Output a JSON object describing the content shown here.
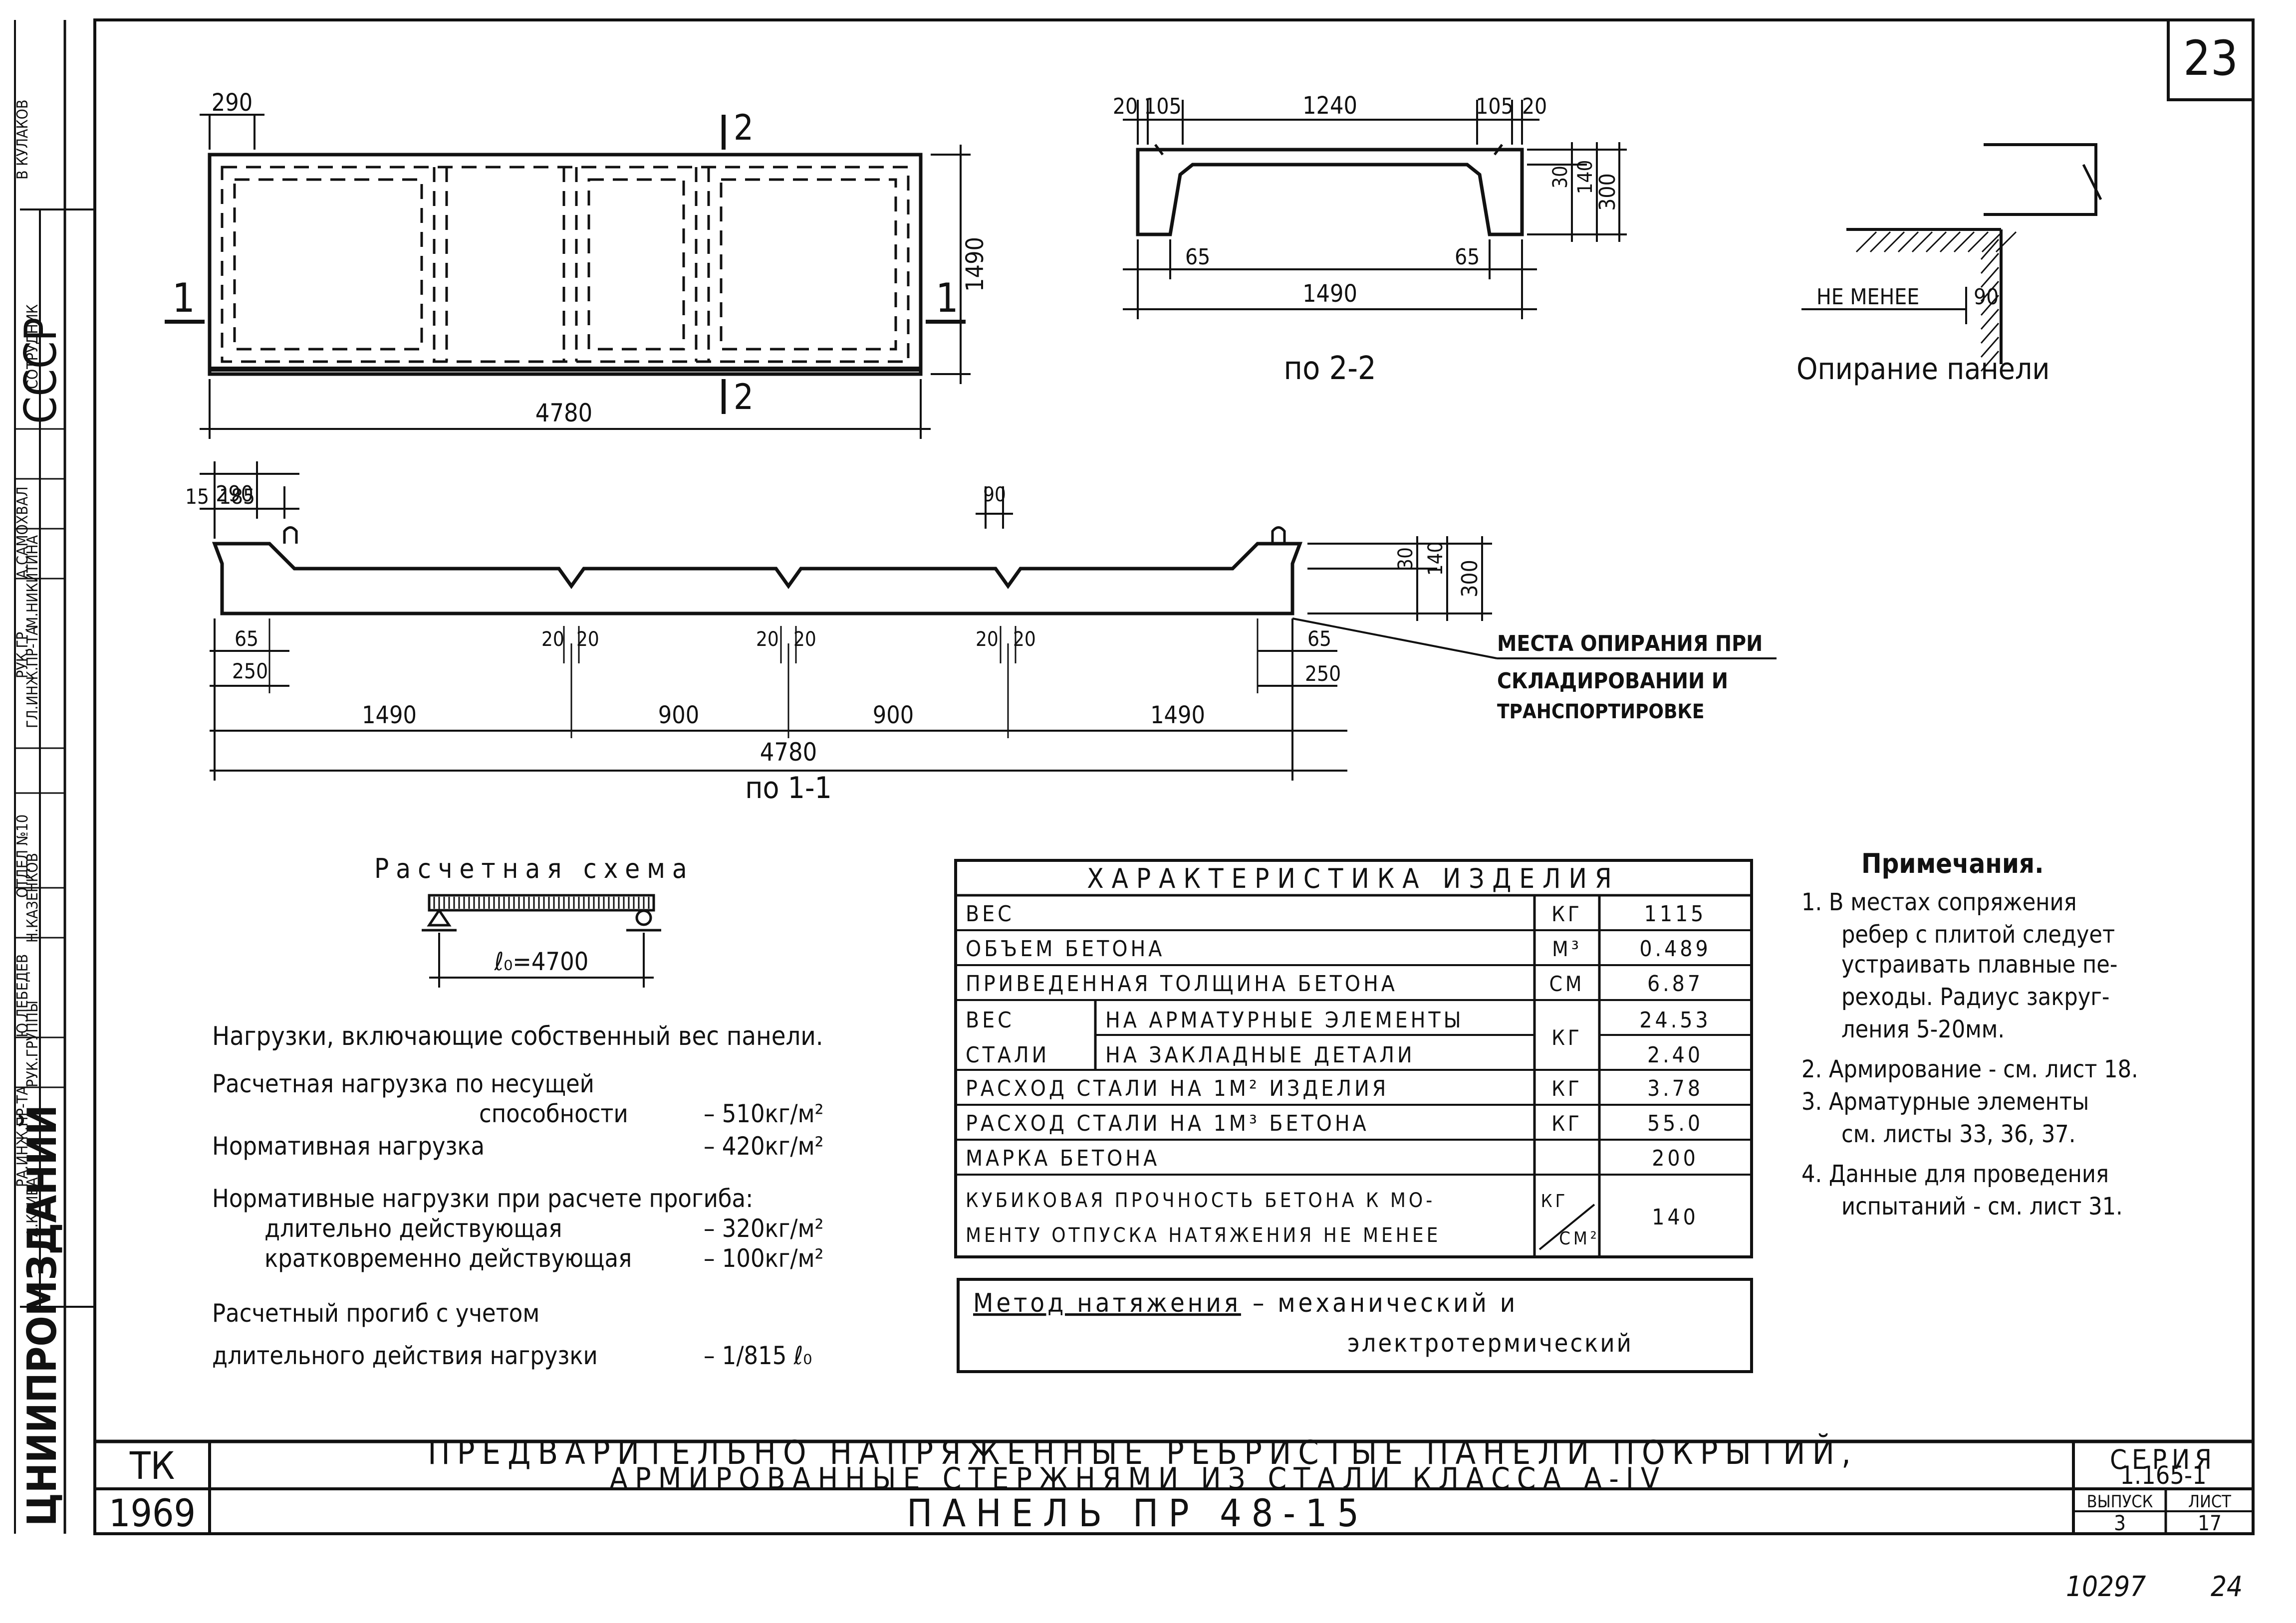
{
  "sheet": {
    "corner_number": "23",
    "series_label": "СЕРИЯ",
    "series_value": "1.165-1",
    "issue_label": "ВЫПУСК",
    "sheet_label": "ЛИСТ",
    "issue_value": "3",
    "sheet_value": "17",
    "code_tk": "ТК",
    "year": "1969",
    "title_line1": "ПРЕДВАРИТЕЛЬНО НАПРЯЖЕННЫЕ РЕБРИСТЫЕ ПАНЕЛИ ПОКРЫТИЙ,",
    "title_line2": "АРМИРОВАННЫЕ СТЕРЖНЯМИ ИЗ СТАЛИ КЛАССА А-IV",
    "panel_name": "ПАНЕЛЬ ПР 48-15",
    "footer_code": "10297",
    "footer_page": "24"
  },
  "left_strip": {
    "org": "ЦНИИПРОМЗДАНИЙ",
    "ussr": "СССР",
    "cells": [
      "В КУЛАКОВ",
      "СОТРУДНИК",
      "А.САМОХВАЛ",
      "М.НИКИТИНА",
      "РУК.ГР.",
      "ГЛ.ИНЖ.ПР-ТА",
      "ОТДЕЛ №10",
      "Н.КАЗЕНКОВ",
      "Ю.ЛЕБЕДЕВ",
      "РУК.ГРУППЫ",
      "РА.ИНЖ.ПР-ТА",
      "А.КРИВА"
    ]
  },
  "plan": {
    "dim_top": "290",
    "dim_bottom": "4780",
    "dim_right": "1490",
    "sec_1": "1",
    "sec_2": "2"
  },
  "section22": {
    "dims_top": [
      "20",
      "105",
      "1240",
      "105",
      "20"
    ],
    "dims_right": [
      "30",
      "140",
      "300"
    ],
    "dims_bottom": [
      "65",
      "65",
      "1490"
    ],
    "caption": "по 2-2"
  },
  "support": {
    "label": "НЕ МЕНЕЕ",
    "value": "90",
    "caption": "Опирание панели"
  },
  "section11": {
    "dims_top": [
      "290",
      "15",
      "185",
      "90"
    ],
    "dims_right": [
      "30",
      "140",
      "300"
    ],
    "dims_bottom": [
      "65",
      "250",
      "20",
      "20",
      "20",
      "20",
      "20",
      "20",
      "65",
      "250"
    ],
    "spans": [
      "1490",
      "900",
      "900",
      "1490"
    ],
    "total": "4780",
    "caption": "по 1-1",
    "note_lines": [
      "МЕСТА ОПИРАНИЯ ПРИ",
      "СКЛАДИРОВАНИИ И",
      "ТРАНСПОРТИРОВКЕ"
    ]
  },
  "scheme": {
    "title": "Расчетная схема",
    "span": "ℓ₀=4700"
  },
  "loads": {
    "heading": "Нагрузки, включающие собственный вес панели.",
    "rows": [
      {
        "label": "Расчетная нагрузка по несущей",
        "value": ""
      },
      {
        "label": "способности",
        "value": "– 510кг/м²"
      },
      {
        "label": "Нормативная нагрузка",
        "value": "– 420кг/м²"
      },
      {
        "label": "Нормативные нагрузки при расчете прогиба:",
        "value": ""
      },
      {
        "label": "длительно действующая",
        "value": "– 320кг/м²"
      },
      {
        "label": "кратковременно действующая",
        "value": "– 100кг/м²"
      },
      {
        "label": "Расчетный прогиб с учетом",
        "value": ""
      },
      {
        "label": "длительного действия нагрузки",
        "value": "– 1/815 ℓ₀"
      }
    ]
  },
  "spec": {
    "title": "ХАРАКТЕРИСТИКА ИЗДЕЛИЯ",
    "rows": [
      {
        "name": "ВЕС",
        "unit": "КГ",
        "value": "1115"
      },
      {
        "name": "ОБЪЕМ БЕТОНА",
        "unit": "М³",
        "value": "0.489"
      },
      {
        "name": "ПРИВЕДЕННАЯ ТОЛЩИНА БЕТОНА",
        "unit": "СМ",
        "value": "6.87"
      },
      {
        "name": "ВЕС СТАЛИ НА АРМАТУРНЫЕ ЭЛЕМЕНТЫ",
        "unit": "КГ",
        "value": "24.53"
      },
      {
        "name": "ВЕС СТАЛИ НА ЗАКЛАДНЫЕ ДЕТАЛИ",
        "unit": "КГ",
        "value": "2.40"
      },
      {
        "name": "РАСХОД СТАЛИ НА 1М² ИЗДЕЛИЯ",
        "unit": "КГ",
        "value": "3.78"
      },
      {
        "name": "РАСХОД СТАЛИ НА 1М³ БЕТОНА",
        "unit": "КГ",
        "value": "55.0"
      },
      {
        "name": "МАРКА БЕТОНА",
        "unit": "",
        "value": "200"
      },
      {
        "name": "КУБИКОВАЯ ПРОЧНОСТЬ БЕТОНА К МОМЕНТУ ОТПУСКА НАТЯЖЕНИЯ НЕ МЕНЕЕ",
        "unit": "КГ/СМ²",
        "value": "140"
      }
    ],
    "row_labels": {
      "ves_stali_1": "ВЕС",
      "ves_stali_2": "СТАЛИ",
      "armat": "НА АРМАТУРНЫЕ ЭЛЕМЕНТЫ",
      "zaklad": "НА ЗАКЛАДНЫЕ ДЕТАЛИ",
      "cube_1": "КУБИКОВАЯ ПРОЧНОСТЬ БЕТОНА К МО-",
      "cube_2": "МЕНТУ ОТПУСКА НАТЯЖЕНИЯ НЕ МЕНЕЕ",
      "kg_cm_top": "КГ",
      "kg_cm_bot": "СМ²"
    }
  },
  "method": {
    "label": "Метод натяжения",
    "line1": "– механический и",
    "line2": "электротермический"
  },
  "notes": {
    "title": "Примечания.",
    "lines": [
      "1. В местах сопряжения",
      "ребер с плитой следует",
      "устраивать плавные пе-",
      "реходы. Радиус закруг-",
      "ления 5-20мм.",
      "2. Армирование - см. лист 18.",
      "3. Арматурные элементы",
      "см. листы 33, 36, 37.",
      "4. Данные для проведения",
      "испытаний - см. лист 31."
    ]
  }
}
